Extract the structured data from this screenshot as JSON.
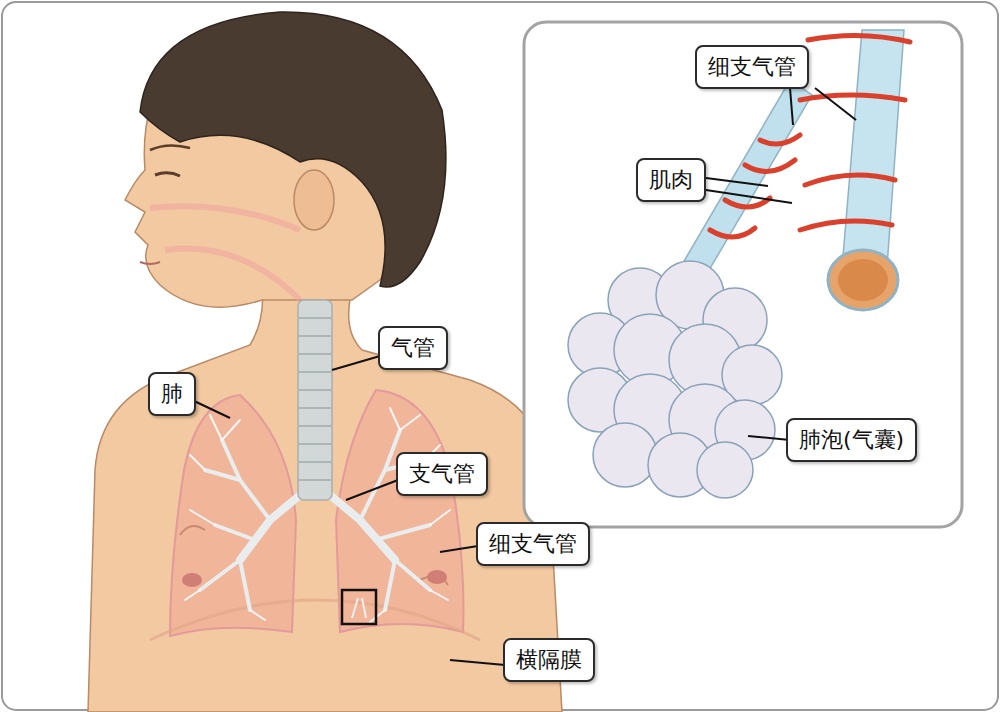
{
  "diagram": {
    "nodes": [
      {
        "text": [
          "细支气管"
        ]
      },
      {
        "text": [
          "肌肉"
        ]
      },
      {
        "text": [
          "气管"
        ]
      },
      {
        "text": [
          "肺"
        ]
      },
      {
        "text": [
          "肺泡(气囊)"
        ]
      },
      {
        "text": [
          "支气管"
        ]
      },
      {
        "text": [
          "细支气管"
        ]
      },
      {
        "text": [
          "横隔膜"
        ]
      }
    ]
  }
}
